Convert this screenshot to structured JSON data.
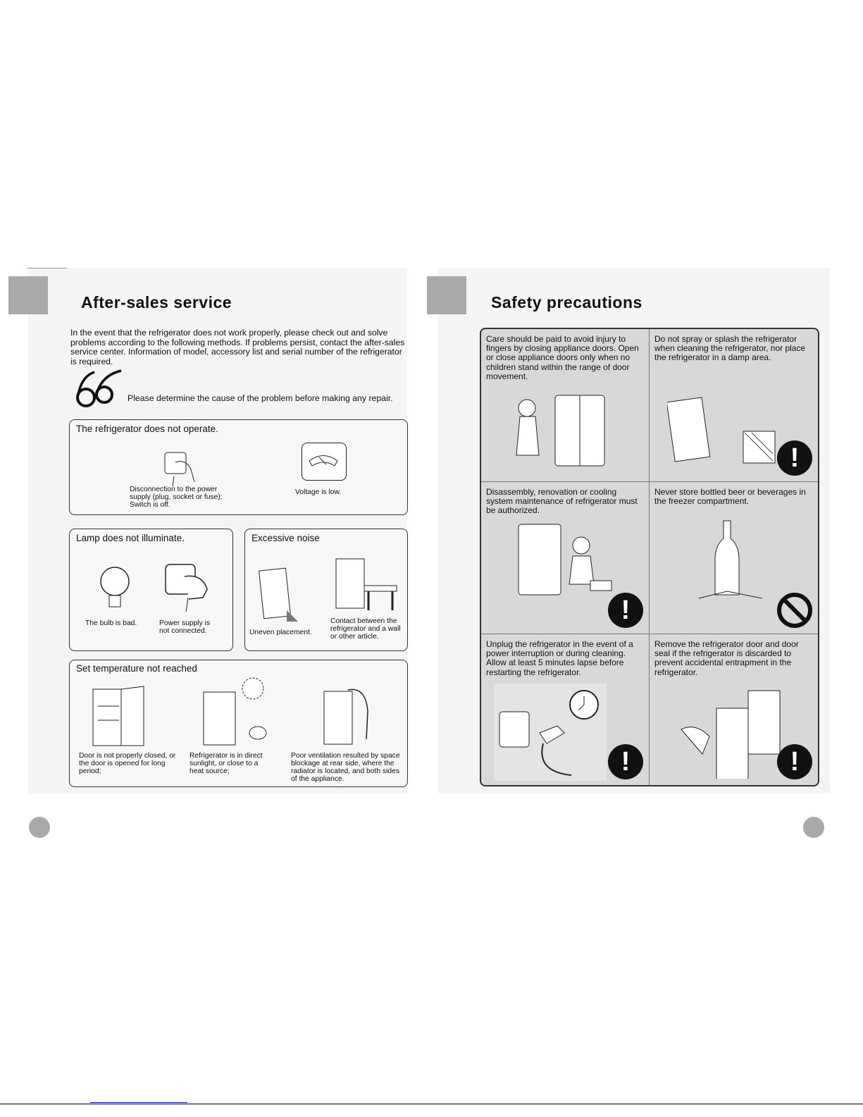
{
  "left_page": {
    "title": "After-sales service",
    "intro": "In the event that the refrigerator does not work properly, please check out and solve problems according to the following methods. If problems persist, contact the after-sales service center. Information of model, accessory list and serial number of the refrigerator is required.",
    "tip": "Please determine the cause of the problem before making any repair.",
    "sections": {
      "not_operate": {
        "heading": "The refrigerator does not operate.",
        "items": [
          "Disconnection to the power supply (plug, socket or fuse); Switch is off.",
          "Voltage is low."
        ]
      },
      "lamp": {
        "heading": "Lamp does not illuminate.",
        "items": [
          "The bulb is bad.",
          "Power supply is not connected."
        ]
      },
      "noise": {
        "heading": "Excessive noise",
        "items": [
          "Uneven placement.",
          "Contact between the refrigerator and a wall or other article."
        ]
      },
      "temperature": {
        "heading": "Set temperature not reached",
        "items": [
          "Door is not properly closed, or the door is opened for long period;",
          "Refrigerator is in direct sunlight, or close to a heat source;",
          "Poor ventilation resulted by space blockage at rear side, where the radiator is located, and both sides of the appliance."
        ]
      }
    }
  },
  "right_page": {
    "title": "Safety precautions",
    "cells": [
      {
        "text": "Care should be paid to avoid injury to fingers by closing appliance doors. Open or close appliance doors only when no children stand within the range of door movement.",
        "icon": "none"
      },
      {
        "text": "Do not spray or splash the refrigerator when cleaning the refrigerator, nor place the refrigerator in a damp area.",
        "icon": "warning",
        "glyph": "!"
      },
      {
        "text": "Disassembly, renovation or cooling system maintenance of refrigerator must be authorized.",
        "icon": "warning",
        "glyph": "!"
      },
      {
        "text": "Never store bottled beer or beverages in the freezer compartment.",
        "icon": "prohibited"
      },
      {
        "text": "Unplug the refrigerator in the event of a power interruption or during cleaning. Allow at least 5 minutes lapse before restarting the refrigerator.",
        "icon": "warning",
        "glyph": "!"
      },
      {
        "text": "Remove the refrigerator door and door seal if the refrigerator is discarded to prevent accidental entrapment in the refrigerator.",
        "icon": "warning",
        "glyph": "!"
      }
    ]
  }
}
